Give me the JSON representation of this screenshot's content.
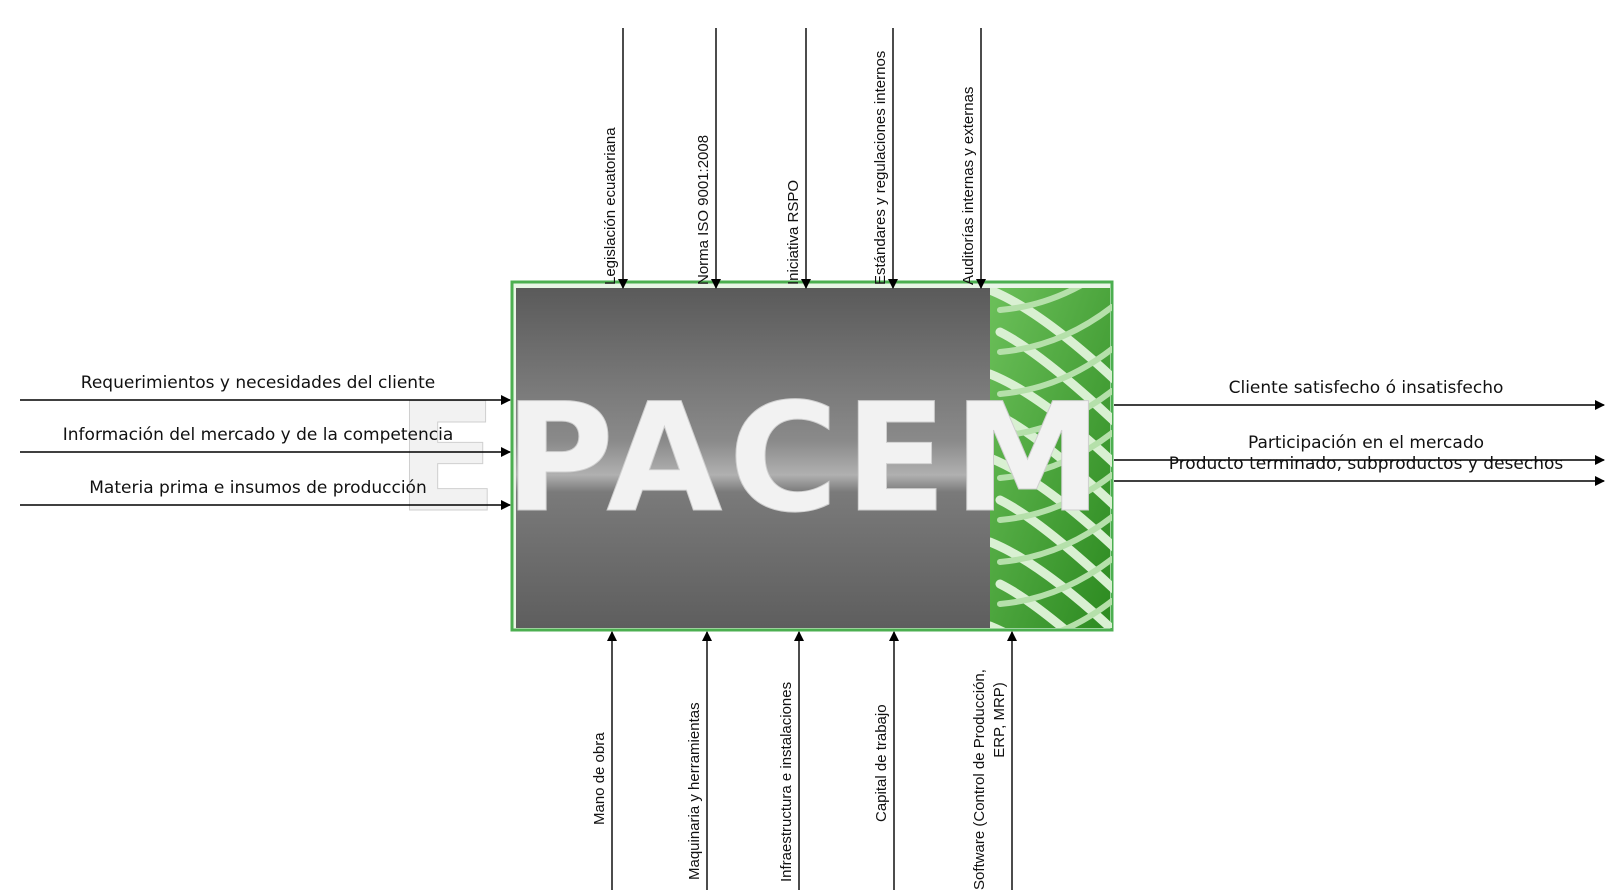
{
  "diagram": {
    "logo_text": "EPACEM",
    "colors": {
      "box_gray": "#6b6b6b",
      "box_gray_light": "#a3a3a3",
      "box_border": "#5fbf5f",
      "leaf_green": "#3a9a2c",
      "leaf_light": "#c8e6c0",
      "arrow": "#000000"
    },
    "inputs": [
      "Requerimientos y necesidades del cliente",
      "Información del mercado y de la competencia",
      "Materia prima e insumos de producción"
    ],
    "outputs": [
      "Cliente satisfecho ó insatisfecho",
      "Participación en el mercado",
      "Producto terminado, subproductos y desechos"
    ],
    "controls": [
      "Legislación ecuatoriana",
      "Norma ISO 9001:2008",
      "Iniciativa RSPO",
      "Estándares y regulaciones internos",
      "Auditorías internas y externas"
    ],
    "mechanisms": [
      {
        "lines": [
          "Mano de obra"
        ]
      },
      {
        "lines": [
          "Maquinaria y herramientas"
        ]
      },
      {
        "lines": [
          "Infraestructura e instalaciones"
        ]
      },
      {
        "lines": [
          "Capital de trabajo"
        ]
      },
      {
        "lines": [
          "Software (Control de Producción,",
          "ERP, MRP)"
        ]
      }
    ]
  }
}
